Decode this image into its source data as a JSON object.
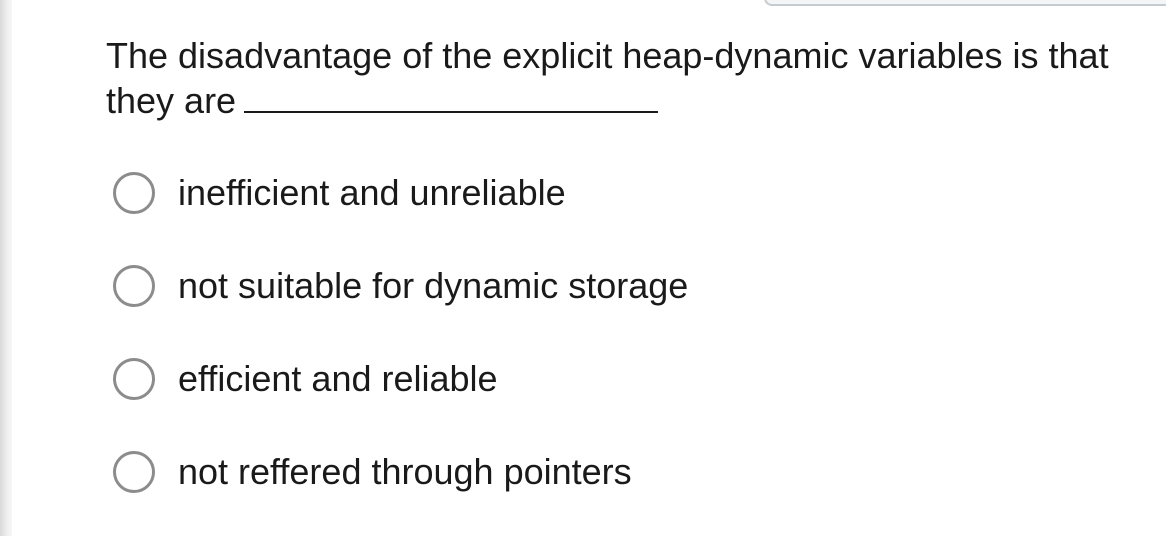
{
  "question": {
    "text": "The disadvantage of the explicit heap-dynamic variables is that they are"
  },
  "options": [
    {
      "label": "inefficient and unreliable",
      "selected": false
    },
    {
      "label": "not suitable for dynamic storage",
      "selected": false
    },
    {
      "label": "efficient and reliable",
      "selected": false
    },
    {
      "label": "not reffered through pointers",
      "selected": false
    }
  ],
  "colors": {
    "text": "#1a1a1a",
    "radio_border": "#8c8c8c",
    "background": "#ffffff"
  }
}
